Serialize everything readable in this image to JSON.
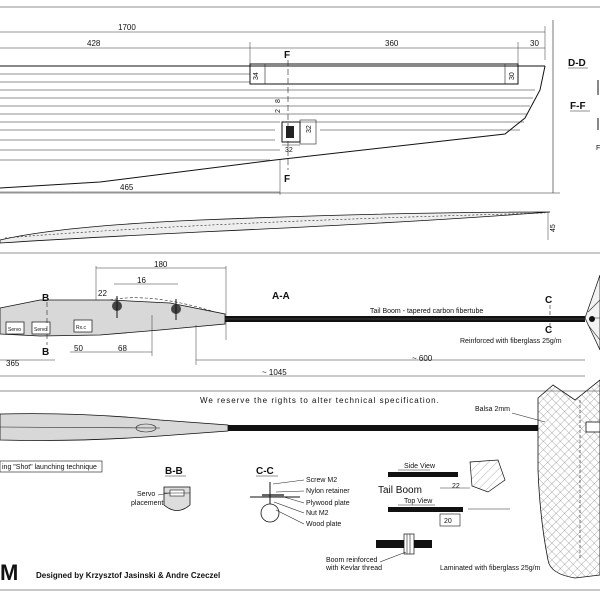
{
  "wing": {
    "dim_total": "1700",
    "dim_root_section": "428",
    "dim_aileron": "360",
    "dim_tip": "30",
    "dim_34": "34",
    "dim_30": "30",
    "dim_8": "8",
    "dim_2": "2",
    "dim_32a": "32",
    "dim_32b": "32",
    "dim_465": "465",
    "dim_45": "45",
    "section_F_top": "F",
    "section_F_bottom": "F"
  },
  "side_labels": {
    "dd": "D-D",
    "ff": "F-F",
    "f_small": "F"
  },
  "fuselage": {
    "dim_180": "180",
    "dim_16": "16",
    "dim_22": "22",
    "dim_50": "50",
    "dim_68": "68",
    "dim_365": "365",
    "dim_600": "~ 600",
    "dim_1045": "~ 1045",
    "section_aa": "A-A",
    "section_b_top": "B",
    "section_b_bottom": "B",
    "section_c_top": "C",
    "section_c_bottom": "C",
    "servo1": "Servo",
    "servo2": "Servo",
    "rx": "Rx.c",
    "tail_boom_note": "Tail Boom - tapered carbon fibertube",
    "reinforced_note": "Reinforced with fiberglass 25g/m"
  },
  "notice": "We reserve the rights to alter technical specification.",
  "balsa_note": "Balsa 2mm",
  "launch_note": "ing \"Shot\" launching technique",
  "bb": {
    "title": "B-B",
    "servo_placement_1": "Servo",
    "servo_placement_2": "placement"
  },
  "cc": {
    "title": "C-C",
    "screw": "Screw M2",
    "nylon": "Nylon retainer",
    "plywood": "Plywood plate",
    "nut": "Nut M2",
    "wood": "Wood plate"
  },
  "tailboom": {
    "side_view": "Side View",
    "title": "Tail Boom",
    "top_view": "Top View",
    "dim_22": "22",
    "dim_20": "20",
    "kevlar_1": "Boom reinforced",
    "kevlar_2": "with Kevlar thread"
  },
  "laminated_note": "Laminated with fiberglass 25g/m",
  "footer": {
    "model_letter": "M",
    "designer": "Designed by Krzysztof Jasinski & Andre Czeczel"
  }
}
